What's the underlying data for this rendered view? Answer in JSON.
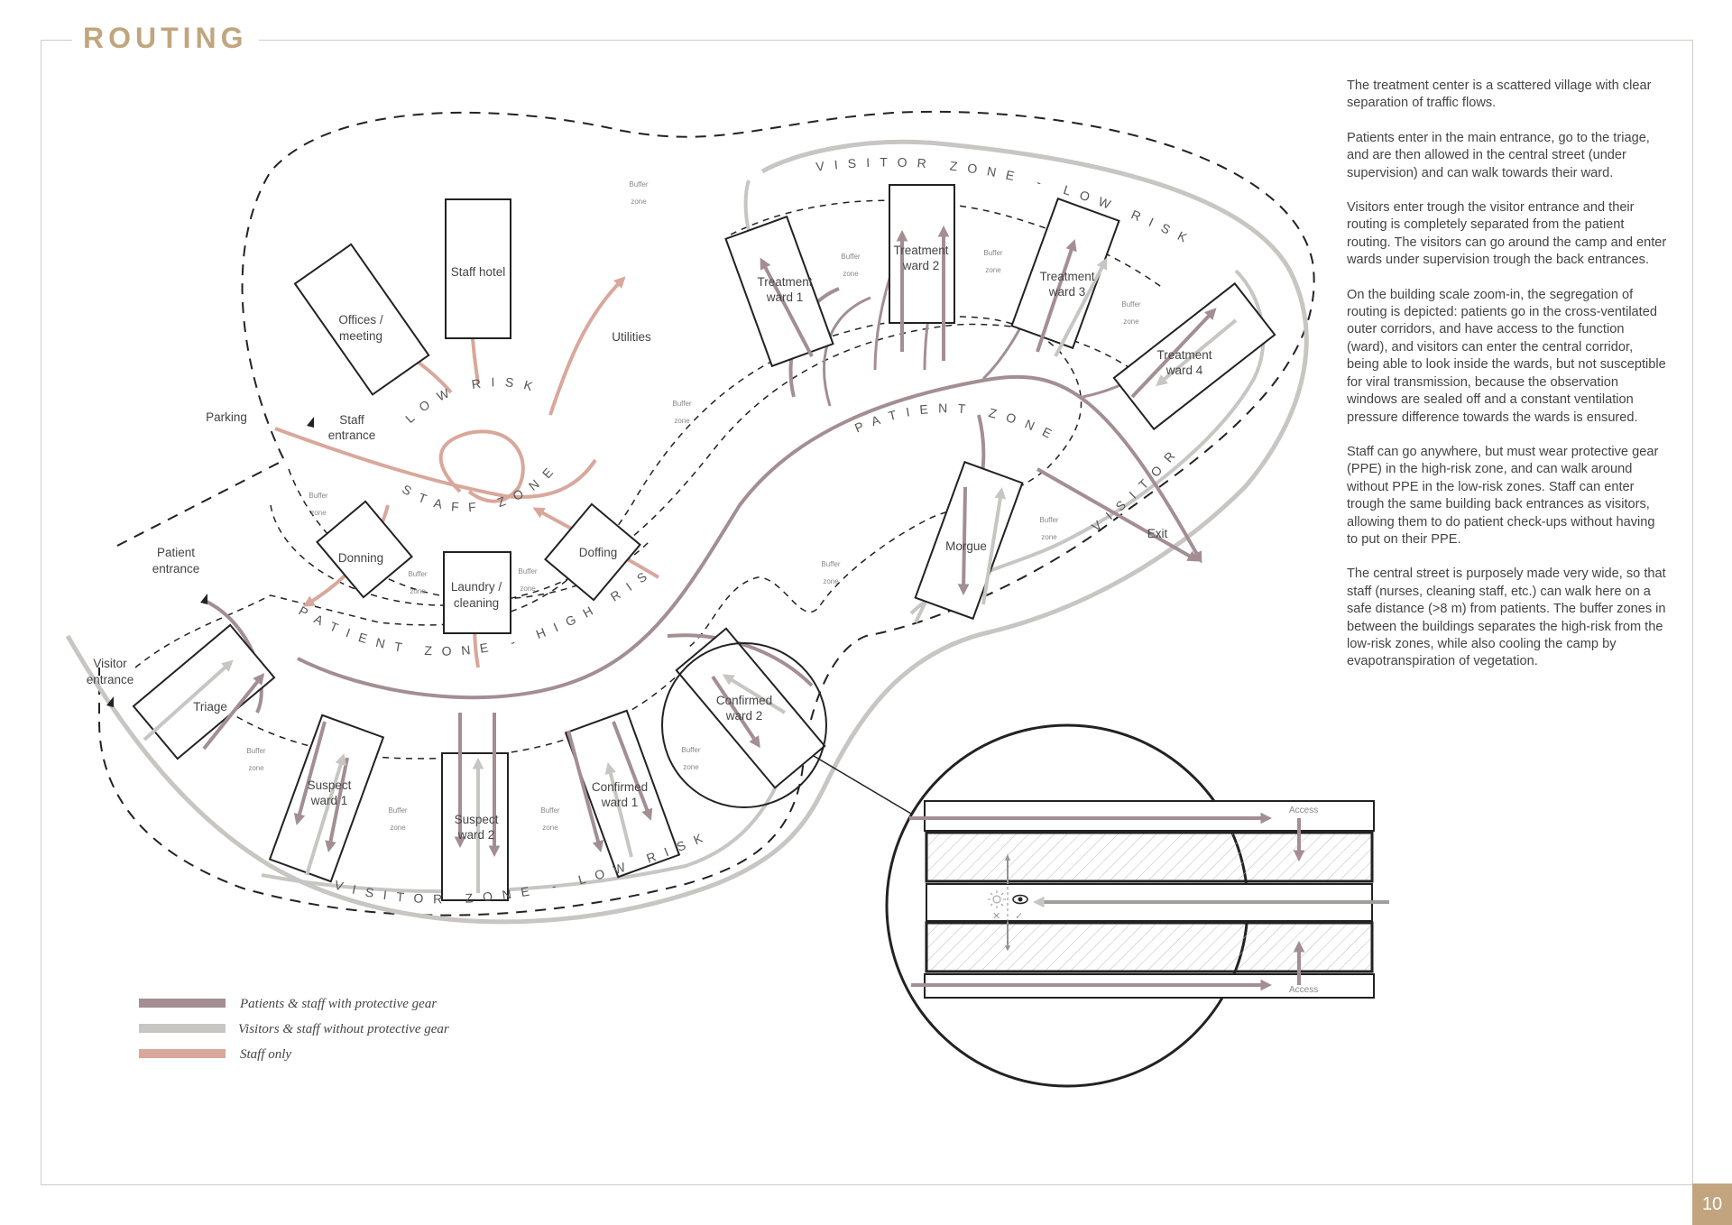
{
  "title": "ROUTING",
  "page_number": "10",
  "colors": {
    "patients_staff": "#a38e93",
    "visitors": "#c8c6c2",
    "staff_only": "#d9a79b",
    "accent": "#c2a57e"
  },
  "description": [
    "The treatment center is a scattered village with clear separation of traffic flows.",
    "Patients enter in the main entrance, go to the triage, and are then allowed in the central street (under supervision) and can walk towards their ward.",
    "Visitors enter trough the visitor entrance and their routing is completely separated from the patient routing. The visitors can go around the camp and enter wards under supervision trough the back entrances.",
    "On the building scale zoom-in, the segregation of routing is depicted: patients go in the cross-ventilated outer corridors, and have access to the function (ward), and visitors can enter the central corridor, being able to look inside the wards, but not susceptible for viral transmission, because the observation windows are sealed off and a constant ventilation pressure difference towards the wards is ensured.",
    "Staff can go anywhere, but must wear protective gear (PPE) in the high-risk zone, and can walk around without PPE in the low-risk zones. Staff can enter trough the same building back entrances as visitors, allowing them to do patient check-ups without having to put on their PPE.",
    "The central street is purposely made very wide, so that staff (nurses, cleaning staff, etc.) can walk here on a safe distance (>8 m) from patients. The buffer zones in between the buildings separates the high-risk from the low-risk zones, while also cooling the camp by evapotranspiration of vegetation."
  ],
  "buildings": {
    "staff_hotel": "Staff hotel",
    "offices_1": "Offices /",
    "offices_2": "meeting",
    "utilities": "Utilities",
    "parking": "Parking",
    "staff_entrance_1": "Staff",
    "staff_entrance_2": "entrance",
    "donning": "Donning",
    "laundry_1": "Laundry /",
    "laundry_2": "cleaning",
    "doffing": "Doffing",
    "patient_entrance_1": "Patient",
    "patient_entrance_2": "entrance",
    "visitor_entrance_1": "Visitor",
    "visitor_entrance_2": "entrance",
    "triage": "Triage",
    "suspect1_1": "Suspect",
    "suspect1_2": "ward 1",
    "suspect2_1": "Suspect",
    "suspect2_2": "ward 2",
    "confirmed1_1": "Confirmed",
    "confirmed1_2": "ward 1",
    "confirmed2_1": "Confirmed",
    "confirmed2_2": "ward 2",
    "treatment1_1": "Treatment",
    "treatment1_2": "ward 1",
    "treatment2_1": "Treatment",
    "treatment2_2": "ward 2",
    "treatment3_1": "Treatment",
    "treatment3_2": "ward 3",
    "treatment4_1": "Treatment",
    "treatment4_2": "ward 4",
    "morgue": "Morgue",
    "exit": "Exit"
  },
  "buffer": {
    "line1": "Buffer",
    "line2": "zone"
  },
  "zones": {
    "staff_top": "LOW RISK",
    "staff_bottom": "STAFF ZONE",
    "patient_high": "PATIENT ZONE - HIGH RISK",
    "patient": "PATIENT ZONE",
    "visitor_bottom": "VISITOR ZONE - LOW RISK",
    "visitor_top": "VISITOR ZONE - LOW RISK",
    "visitor_right": "VISITOR"
  },
  "zoom": {
    "access_top": "Access",
    "access_bottom": "Access"
  },
  "legend": [
    {
      "label": "Patients & staff with protective gear",
      "color": "#a38e93"
    },
    {
      "label": "Visitors & staff without protective gear",
      "color": "#c8c6c2"
    },
    {
      "label": "Staff only",
      "color": "#d9a79b"
    }
  ]
}
